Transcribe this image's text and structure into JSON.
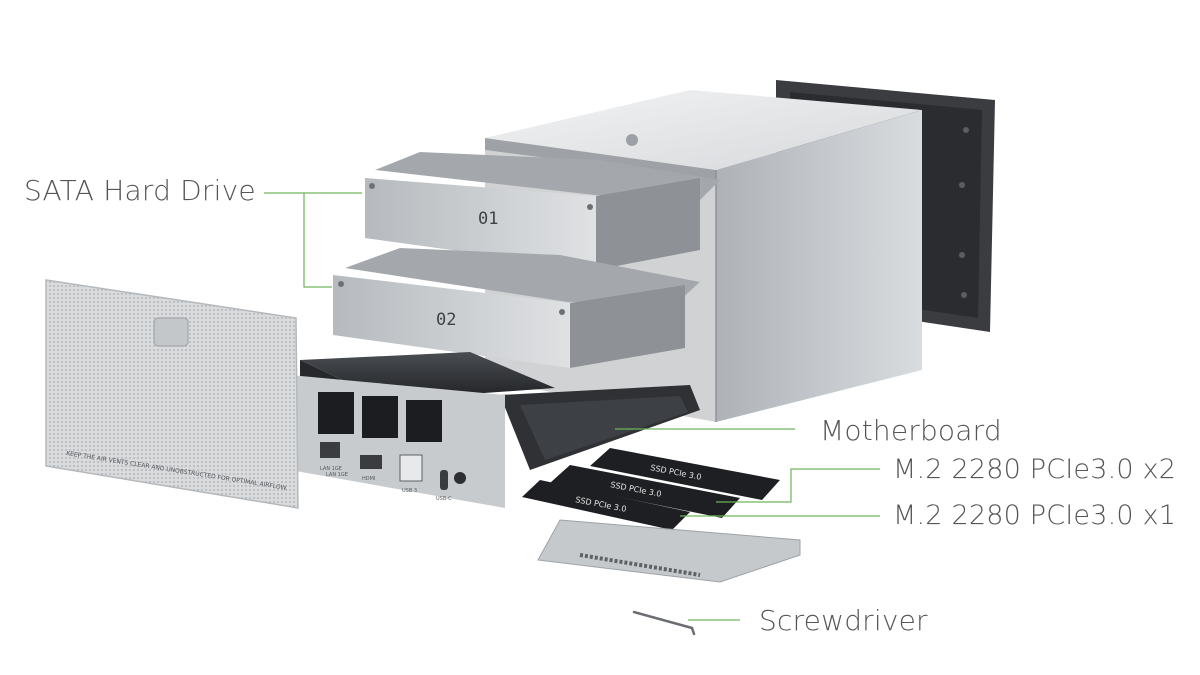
{
  "labels": {
    "sata": "SATA Hard Drive",
    "motherboard": "Motherboard",
    "m2_x2": "M.2 2280 PCIe3.0 x2",
    "m2_x1": "M.2 2280 PCIe3.0 x1",
    "screwdriver": "Screwdriver"
  },
  "drive_numbers": [
    "01",
    "02"
  ],
  "ssd_text": [
    "SSD PCIe 3.0",
    "SSD PCIe 3.0",
    "SSD PCIe 3.0"
  ],
  "port_labels": [
    "LAN 1GE",
    "LAN 1GE",
    "HDMI",
    "USB 3",
    "USB-C"
  ],
  "filter_notice": "KEEP THE AIR VENTS CLEAR AND UNOBSTRUCTED FOR OPTIMAL AIRFLOW.",
  "colors": {
    "leader": "#6fb35a",
    "label_text": "#555555",
    "aluminum": "#c9ccd0",
    "dark_metal": "#2b2d30"
  }
}
